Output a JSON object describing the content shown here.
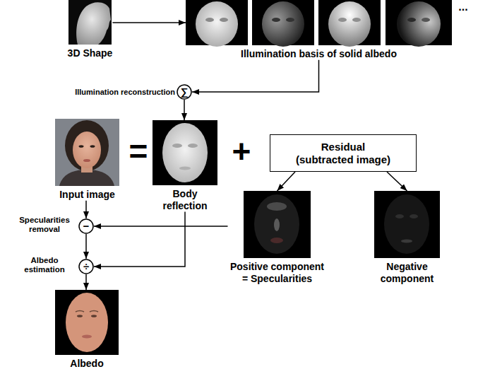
{
  "diagram": {
    "nodes": [
      {
        "text": [
          "3D Shape"
        ]
      },
      {
        "text": [
          "Illumination basis of solid albedo"
        ]
      },
      {
        "text": [
          "∑"
        ]
      },
      {
        "text": [
          "Input image"
        ]
      },
      {
        "text": [
          "Body reflection"
        ]
      },
      {
        "text": [
          "Residual (subtracted image)"
        ]
      },
      {
        "text": [
          "Positive component = Specularities"
        ]
      },
      {
        "text": [
          "Negative component"
        ]
      },
      {
        "text": [
          "−"
        ]
      },
      {
        "text": [
          "÷"
        ]
      },
      {
        "text": [
          "Albedo"
        ]
      }
    ],
    "edges": [
      {
        "from": 0,
        "to": 1,
        "arrow": "to"
      },
      {
        "from": 1,
        "to": 2,
        "arrow": "to"
      },
      {
        "from": 2,
        "to": 4,
        "arrow": "to"
      },
      {
        "from": 5,
        "to": 6,
        "arrow": "to"
      },
      {
        "from": 5,
        "to": 7,
        "arrow": "to"
      },
      {
        "from": 3,
        "to": 8,
        "arrow": "to"
      },
      {
        "from": 6,
        "to": 8,
        "arrow": "to"
      },
      {
        "from": 8,
        "to": 9,
        "arrow": "to"
      },
      {
        "from": 4,
        "to": 9,
        "arrow": "to"
      },
      {
        "from": 9,
        "to": 10,
        "arrow": "to"
      }
    ],
    "labels": [
      "...",
      "Illumination reconstruction",
      "=",
      "+",
      "Specularities removal",
      "Albedo estimation"
    ]
  }
}
